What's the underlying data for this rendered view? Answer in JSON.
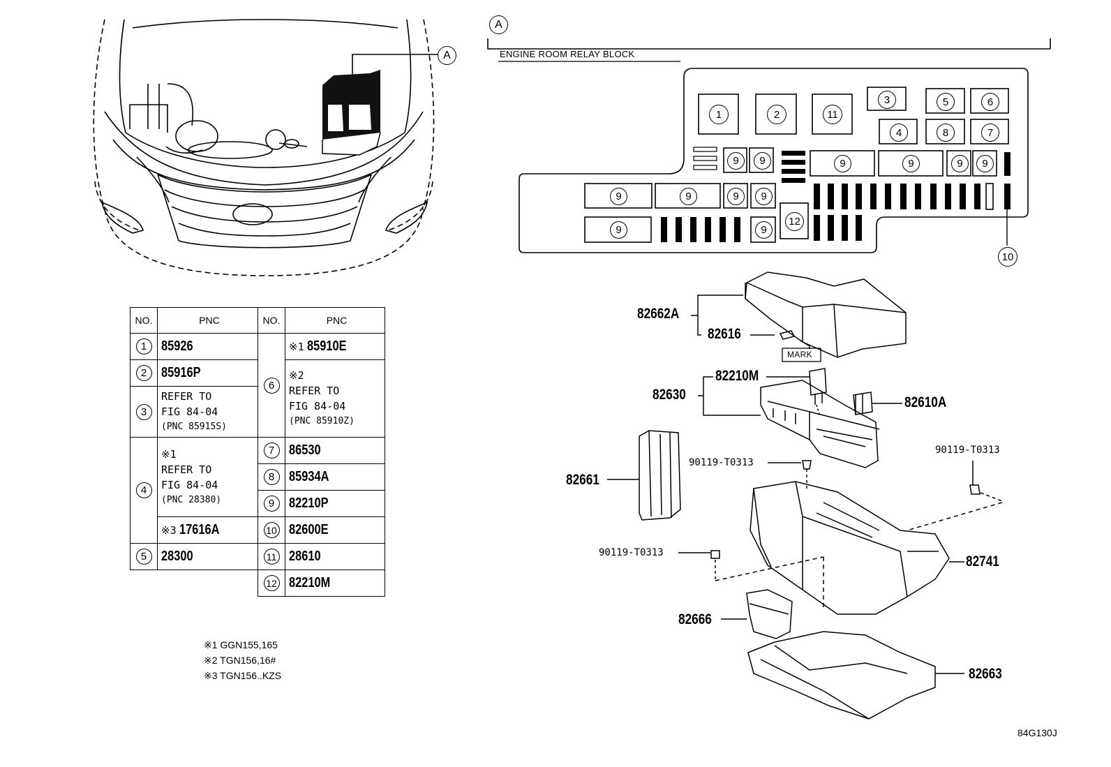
{
  "callouts": {
    "a": "A"
  },
  "relay_block": {
    "title": "ENGINE ROOM RELAY BLOCK",
    "slots": [
      "1",
      "2",
      "11",
      "3",
      "5",
      "6",
      "4",
      "8",
      "7",
      "9",
      "12",
      "10"
    ]
  },
  "table": {
    "headers": [
      "NO.",
      "PNC",
      "NO.",
      "PNC"
    ],
    "left": [
      {
        "no": "1",
        "pnc": "85926"
      },
      {
        "no": "2",
        "pnc": "85916P"
      },
      {
        "no": "3",
        "ref_lines": [
          "REFER TO",
          "FIG 84-04",
          "(PNC 85915S)"
        ]
      },
      {
        "no": "4",
        "note": "※1",
        "ref_lines": [
          "REFER TO",
          "FIG 84-04",
          "(PNC 28380)"
        ],
        "sub_note": "※3",
        "sub_pnc": "17616A"
      },
      {
        "no": "5",
        "pnc": "28300"
      }
    ],
    "right": [
      {
        "no": "6",
        "note": "※1",
        "pnc": "85910E",
        "note2": "※2",
        "ref_lines": [
          "REFER TO",
          "FIG 84-04",
          "(PNC 85910Z)"
        ]
      },
      {
        "no": "7",
        "pnc": "86530"
      },
      {
        "no": "8",
        "pnc": "85934A"
      },
      {
        "no": "9",
        "pnc": "82210P"
      },
      {
        "no": "10",
        "pnc": "82600E"
      },
      {
        "no": "11",
        "pnc": "28610"
      },
      {
        "no": "12",
        "pnc": "82210M"
      }
    ]
  },
  "footnotes": [
    "※1 GGN155,165",
    "※2 TGN156,16#",
    "※3 TGN156..KZS"
  ],
  "parts": {
    "p82662A": "82662A",
    "p82616": "82616",
    "mark": "MARK",
    "p82210M": "82210M",
    "p82630": "82630",
    "p82610A": "82610A",
    "p82661": "82661",
    "bolt1": "90119-T0313",
    "bolt2": "90119-T0313",
    "bolt3": "90119-T0313",
    "p82741": "82741",
    "p82666": "82666",
    "p82663": "82663"
  },
  "figure_id": "84G130J"
}
